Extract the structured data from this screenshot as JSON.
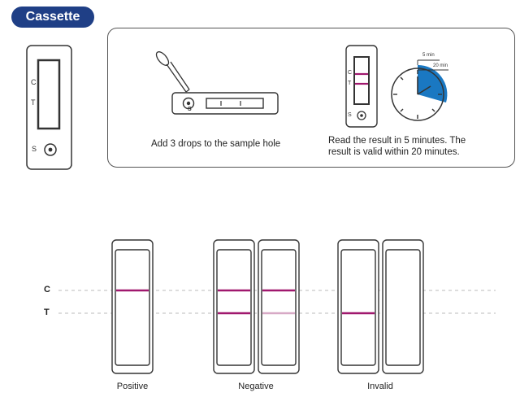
{
  "header": {
    "title": "Cassette"
  },
  "cassette": {
    "c_label": "C",
    "t_label": "T",
    "s_label": "S"
  },
  "steps": {
    "step1_caption": "Add 3 drops to the sample hole",
    "step1_s_label": "S",
    "step2_caption_line1": "Read the result in 5 minutes. The",
    "step2_caption_line2": "result is valid within 20 minutes.",
    "timer_label_5": "5 min",
    "timer_label_20": "20 min",
    "step2_c_label": "C",
    "step2_t_label": "T",
    "step2_s_label": "S"
  },
  "results": {
    "c_label": "C",
    "t_label": "T",
    "positive_label": "Positive",
    "negative_label": "Negative",
    "invalid_label": "Invalid"
  },
  "colors": {
    "brand": "#1f3f86",
    "line": "#a0186e",
    "faint_line": "#d7a9c6",
    "timer_blue": "#1a78c2",
    "timer_light": "#bcdaf0"
  }
}
